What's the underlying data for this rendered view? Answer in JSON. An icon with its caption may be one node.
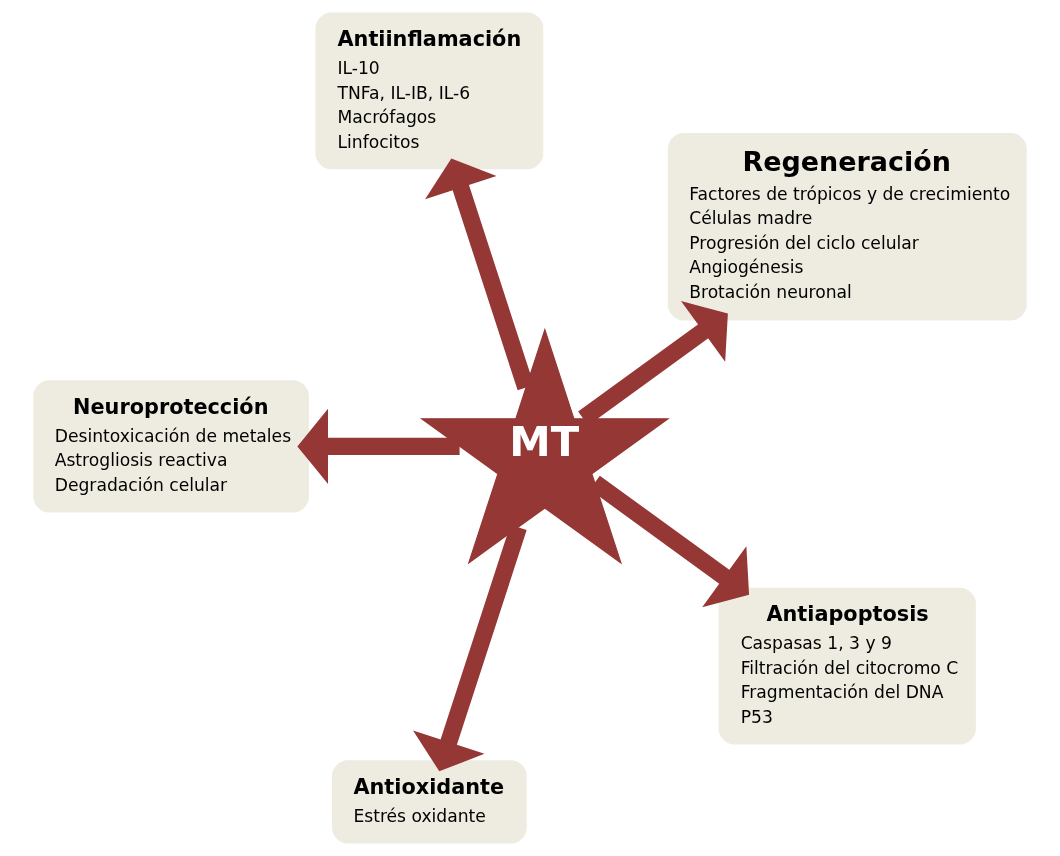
{
  "diagram": {
    "nodes": [
      {
        "text": [
          "MT"
        ]
      },
      {
        "text": [
          "Regeneración",
          "Factores de trópicos y de crecimiento",
          "Células madre",
          "Progresión del ciclo celular",
          "Angiogénesis",
          "Brotación neuronal"
        ]
      },
      {
        "text": [
          "Antiinflamación",
          "IL-10",
          "TNFa, IL-IB, IL-6",
          "Macrófagos",
          "Linfocitos"
        ]
      },
      {
        "text": [
          "Neuroprotección",
          "Desintoxicación de metales",
          "Astrogliosis reactiva",
          "Degradación celular"
        ]
      },
      {
        "text": [
          "Antioxidante",
          "Estrés oxidante"
        ]
      },
      {
        "text": [
          "Antiapoptosis",
          "Caspasas 1, 3 y 9",
          "Filtración del citocromo C",
          "Fragmentación del DNA",
          "P53"
        ]
      }
    ],
    "edges": [
      {
        "from": 0,
        "to": 1,
        "arrow": "to"
      },
      {
        "from": 0,
        "to": 2,
        "arrow": "to"
      },
      {
        "from": 0,
        "to": 3,
        "arrow": "to"
      },
      {
        "from": 0,
        "to": 4,
        "arrow": "to"
      },
      {
        "from": 0,
        "to": 5,
        "arrow": "to"
      }
    ]
  }
}
